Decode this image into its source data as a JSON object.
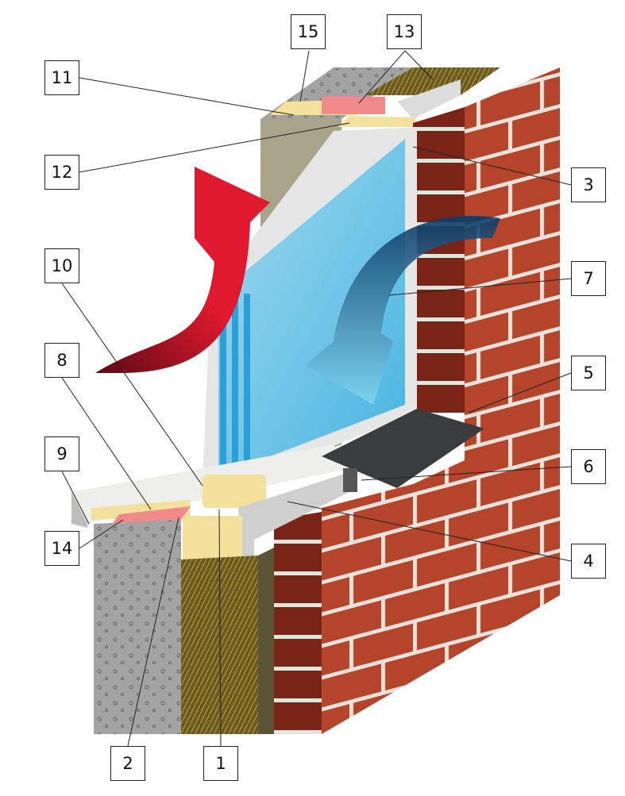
{
  "title": "Window installation cross-section diagram",
  "colors": {
    "brick": "#b5452a",
    "mortar": "#e8e2dc",
    "glass": "#5ec4e6",
    "warm_arrow": "#e0192e",
    "insulation": "#f3e09a",
    "concrete": "#9a9a9a"
  },
  "labels": [
    {
      "id": "15",
      "text": "15"
    },
    {
      "id": "13",
      "text": "13"
    },
    {
      "id": "11",
      "text": "11"
    },
    {
      "id": "12",
      "text": "12"
    },
    {
      "id": "3",
      "text": "3"
    },
    {
      "id": "10",
      "text": "10"
    },
    {
      "id": "7",
      "text": "7"
    },
    {
      "id": "8",
      "text": "8"
    },
    {
      "id": "5",
      "text": "5"
    },
    {
      "id": "9",
      "text": "9"
    },
    {
      "id": "6",
      "text": "6"
    },
    {
      "id": "14",
      "text": "14"
    },
    {
      "id": "4",
      "text": "4"
    },
    {
      "id": "2",
      "text": "2"
    },
    {
      "id": "1",
      "text": "1"
    }
  ]
}
